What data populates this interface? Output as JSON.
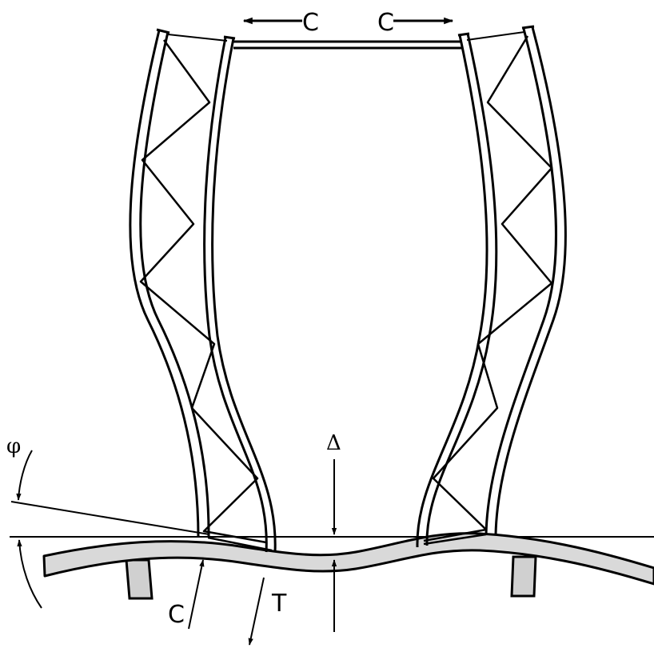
{
  "labels": {
    "top_left_force": "C",
    "top_right_force": "C",
    "bottom_compression": "C",
    "bottom_tension": "T",
    "rotation_angle": "φ",
    "deflection": "Δ"
  },
  "colors": {
    "stroke": "#000000",
    "background": "#ffffff",
    "beam_fill": "#d9d9d9",
    "support_fill": "#d0d0d0"
  }
}
